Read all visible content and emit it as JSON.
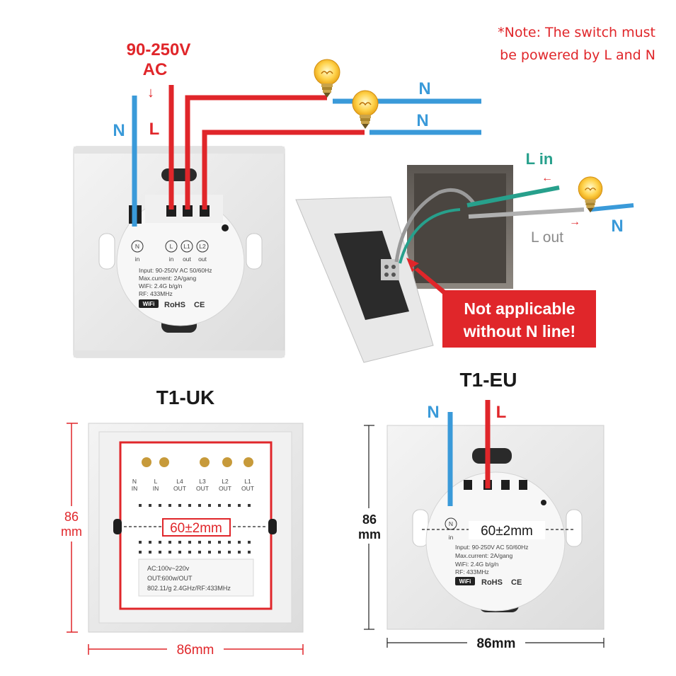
{
  "note": {
    "line1": "*Note: The switch must",
    "line2": "be powered by L and N"
  },
  "supply": {
    "voltage": "90-250V",
    "ac": "AC",
    "arrow": "↓"
  },
  "wires": {
    "n": "N",
    "l": "L",
    "l_in": "L in",
    "l_out": "L out"
  },
  "warning": {
    "line1": "Not applicable",
    "line2": "without N line!"
  },
  "back_label": {
    "terminals": [
      "N",
      "L",
      "L1",
      "L2"
    ],
    "terminal_sub": [
      "in",
      "in",
      "out",
      "out"
    ],
    "input": "Input: 90-250V AC 50/60Hz",
    "current": "Max.current: 2A/gang",
    "wifi": "WiFi: 2.4G b/g/n",
    "rf": "RF: 433MHz",
    "wifi_logo": "WiFi",
    "rohs": "RoHS",
    "ce": "CE"
  },
  "uk": {
    "title": "T1-UK",
    "height": "86",
    "height_unit": "mm",
    "width": "86mm",
    "center": "60±2mm",
    "terminals": [
      "N",
      "L",
      "L4",
      "L3",
      "L2",
      "L1"
    ],
    "terminal_sub": [
      "IN",
      "IN",
      "OUT",
      "OUT",
      "OUT",
      "OUT"
    ],
    "spec1": "AC:100v~220v",
    "spec2": "OUT:600w/OUT",
    "spec3": "802.11/g 2.4GHz/RF:433MHz"
  },
  "eu": {
    "title": "T1-EU",
    "height": "86",
    "height_unit": "mm",
    "width": "86mm",
    "center": "60±2mm",
    "terminal_n": "N",
    "terminal_in": "in",
    "input": "Input: 90-250V AC 50/60Hz",
    "current": "Max.current: 2A/gang",
    "wifi": "WiFi: 2.4G b/g/n",
    "rf": "RF: 433MHz",
    "wifi_logo": "WiFi",
    "rohs": "RoHS",
    "ce": "CE"
  },
  "colors": {
    "live": "#e0262a",
    "neutral": "#3a9ad9",
    "l_in": "#27a08c",
    "l_out": "#9a9a9a",
    "plate": "#ececec"
  },
  "icons": [
    "light-bulb-icon",
    "arrow-icon",
    "wifi-logo-icon",
    "screw-terminal-icon"
  ]
}
